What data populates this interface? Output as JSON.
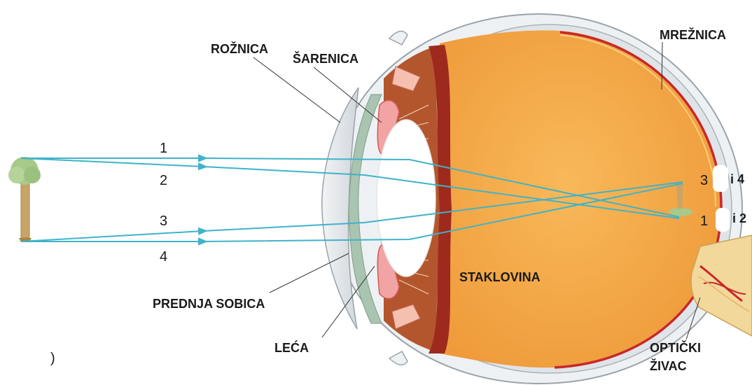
{
  "labels": {
    "roznica": "ROŽNICA",
    "sarenica": "ŠARENICA",
    "mreznica": "MREŽNICA",
    "staklovina": "STAKLOVINA",
    "prednja_sobica": "PREDNJA SOBICA",
    "leca": "LEĆA",
    "opticki_line1": "OPTIČKI",
    "opticki_line2": "ŽIVAC",
    "stray": ")"
  },
  "rays": {
    "r1": "1",
    "r2": "2",
    "r3": "3",
    "r4": "4"
  },
  "image_marks": {
    "top_num": "3",
    "top_suffix": "i 4",
    "bottom_num": "1",
    "bottom_suffix": "i 2"
  },
  "colors": {
    "ray": "#3fb3c9",
    "vitreous": "#f4a64a",
    "retina": "#c8282a",
    "sclera": "#e8ecef",
    "iris": "#b3562e",
    "tree_trunk": "#c9a467",
    "tree_crown": "#a7c98a"
  }
}
